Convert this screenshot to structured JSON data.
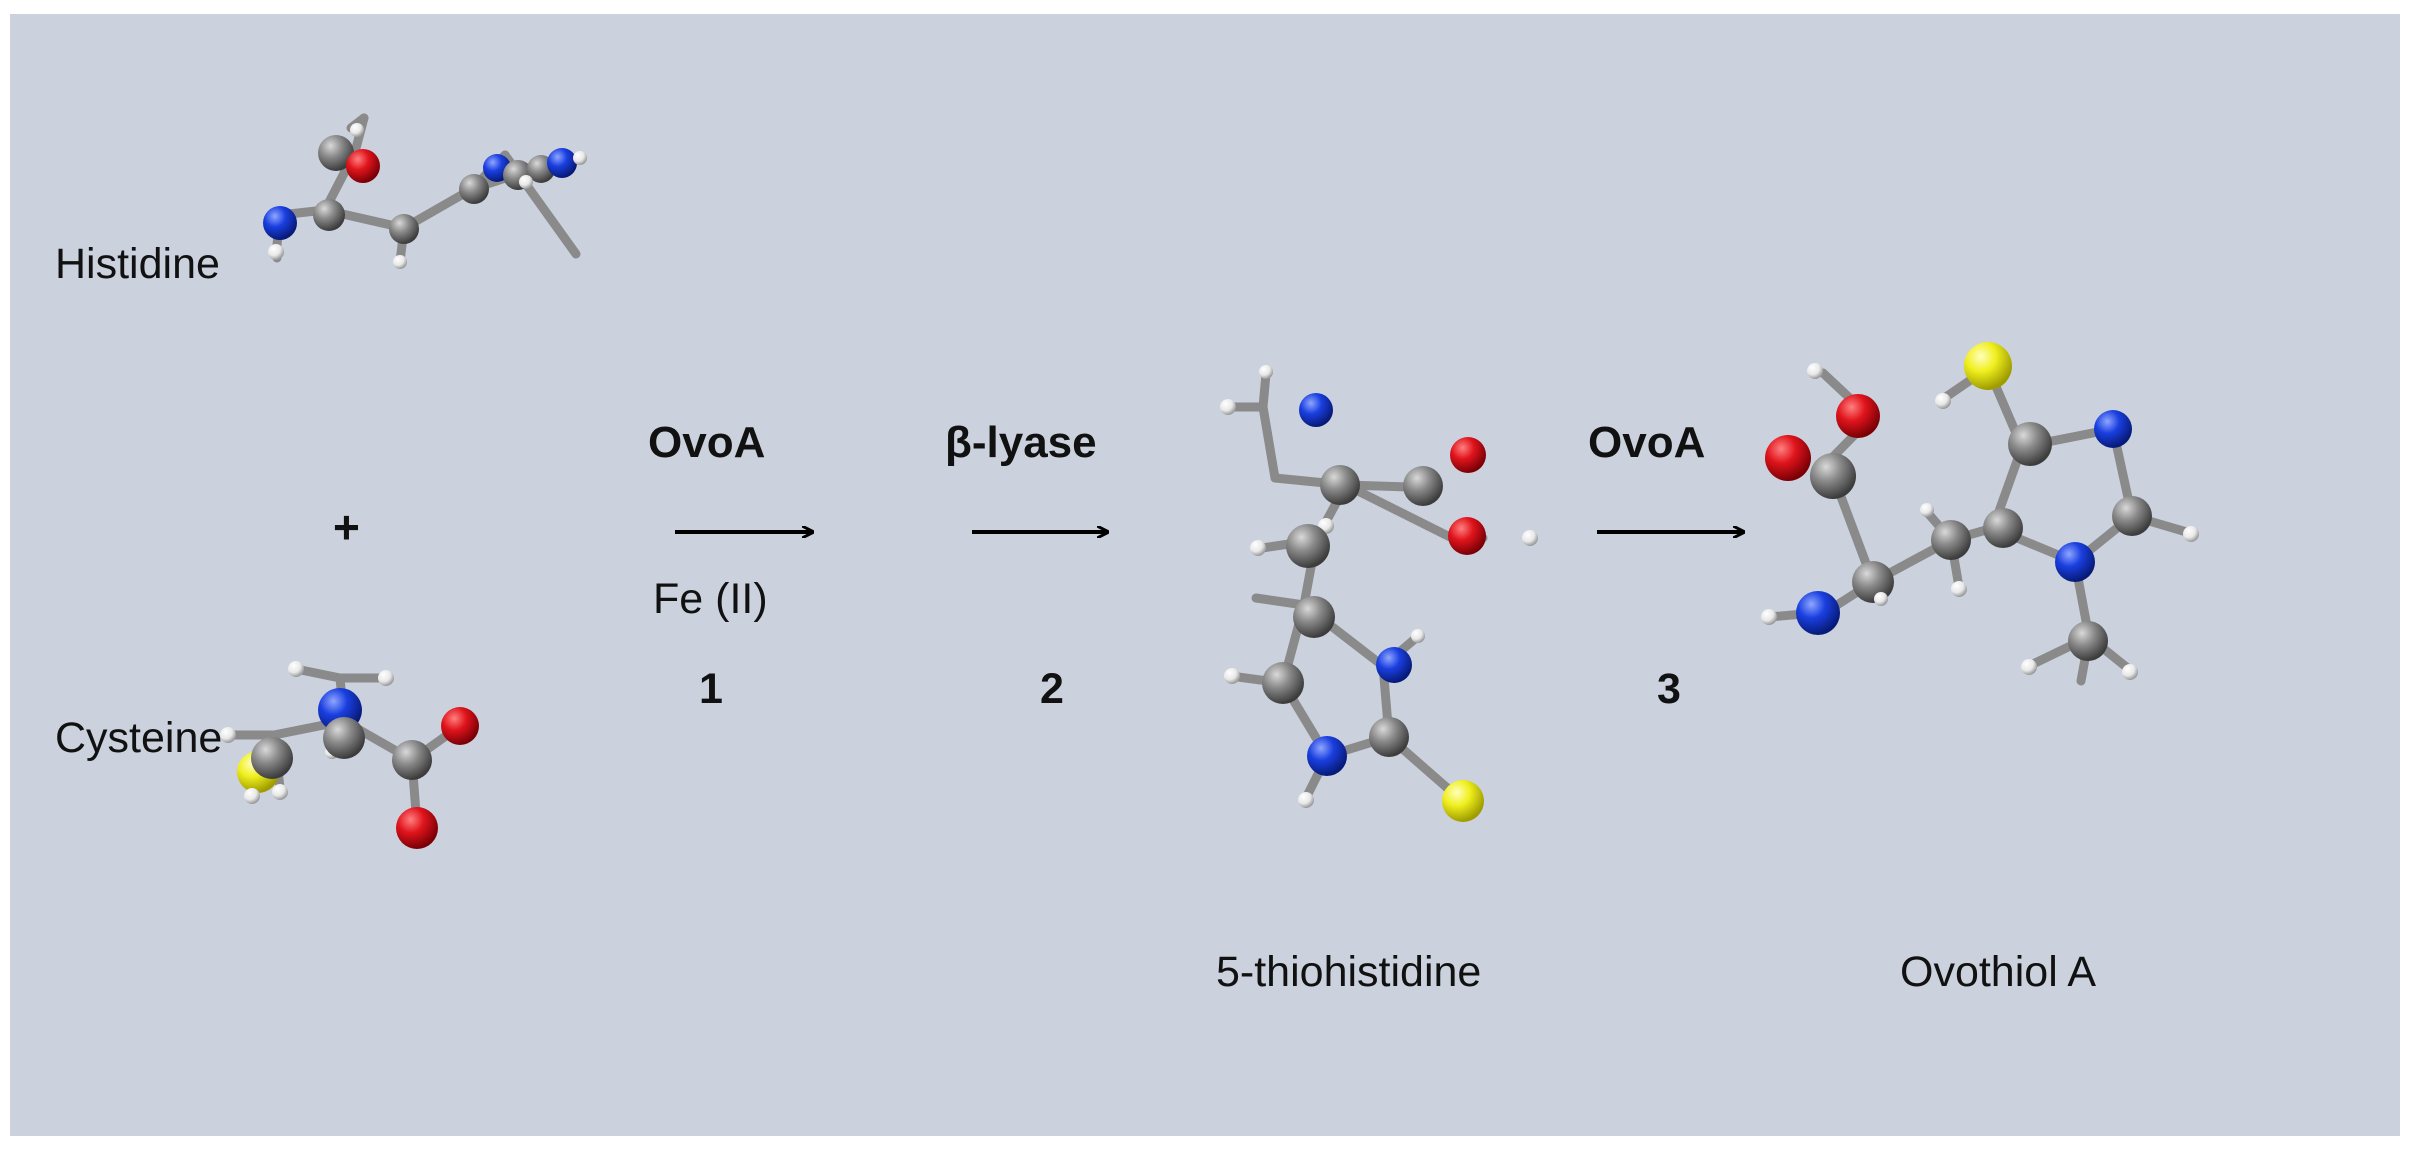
{
  "molecules": {
    "histidine": "Histidine",
    "cysteine": "Cysteine",
    "thiohistidine": "5-thiohistidine",
    "ovothiol": "Ovothiol A"
  },
  "plus_sign": "+",
  "reactions": [
    {
      "enzyme": "OvoA",
      "cofactor": "Fe (II)",
      "step": "1"
    },
    {
      "enzyme": "β-lyase",
      "cofactor": "",
      "step": "2"
    },
    {
      "enzyme": "OvoA",
      "cofactor": "",
      "step": "3"
    }
  ],
  "atom_colors": {
    "carbon": "#7d7d7d",
    "oxygen": "#e0141c",
    "nitrogen": "#1a3fe0",
    "sulfur": "#f0ef1e",
    "hydrogen": "#f2f2f2"
  },
  "background_color": "#cbd2de"
}
